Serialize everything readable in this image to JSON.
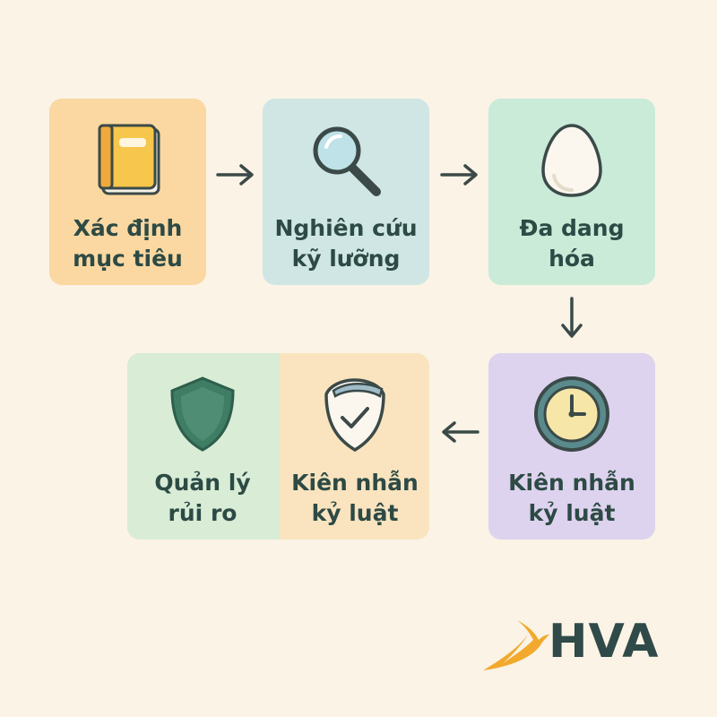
{
  "steps": [
    {
      "label": "Xác định\nmục tiêu",
      "icon": "book-icon"
    },
    {
      "label": "Nghiên cứu\nkỹ lưỡng",
      "icon": "magnifier-icon"
    },
    {
      "label": "Đa dang\nhóa",
      "icon": "egg-icon"
    },
    {
      "label": "Kiên nhẫn\nkỷ luật",
      "icon": "clock-icon"
    },
    {
      "label": "Kiên nhẫn\nkỷ luật",
      "icon": "shield-check-icon"
    },
    {
      "label": "Quản lý\nrủi ro",
      "icon": "shield-icon"
    }
  ],
  "brand": {
    "name": "HVA",
    "logo_icon": "bird-logo-icon"
  },
  "colors": {
    "background": "#faf3e6",
    "text": "#2d4a45",
    "card1": "#fbd8a1",
    "card2": "#cfe6e4",
    "card3": "#c9ebd8",
    "card4": "#ddd3ee",
    "card5_left": "#d8ecd6",
    "card5_right": "#f9e4bf",
    "logo_accent": "#f2a92c"
  }
}
